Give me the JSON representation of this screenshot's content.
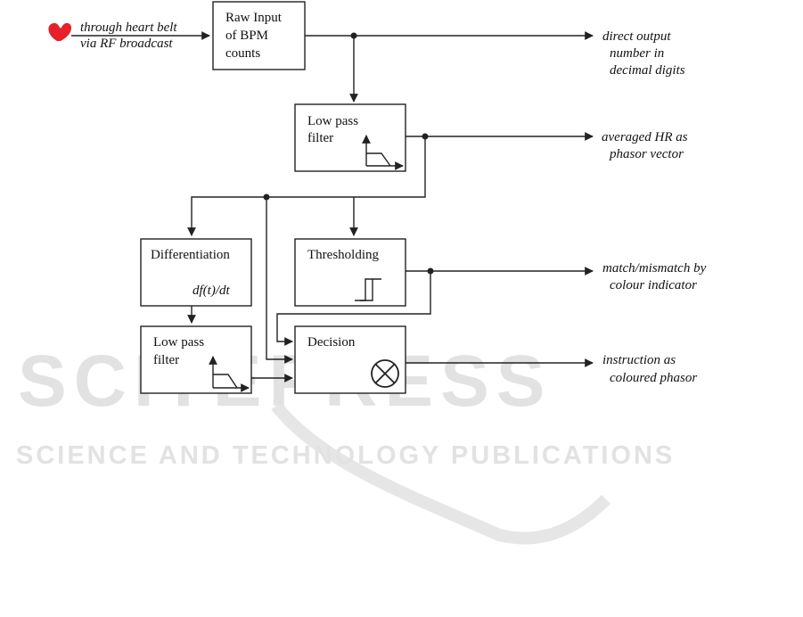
{
  "input": {
    "line1": "through heart belt",
    "line2": "via RF broadcast"
  },
  "blocks": {
    "raw_input": {
      "line1": "Raw Input",
      "line2": "of BPM",
      "line3": "counts"
    },
    "low_pass_1": {
      "line1": "Low pass",
      "line2": "filter"
    },
    "differentiation": {
      "title": "Differentiation",
      "formula": "df(t)/dt"
    },
    "low_pass_2": {
      "line1": "Low pass",
      "line2": "filter"
    },
    "thresholding": {
      "title": "Thresholding"
    },
    "decision": {
      "title": "Decision"
    }
  },
  "outputs": {
    "direct": {
      "line1": "direct output",
      "line2": "number in",
      "line3": "decimal digits"
    },
    "averaged": {
      "line1": "averaged HR as",
      "line2": "phasor vector"
    },
    "match": {
      "line1": "match/mismatch by",
      "line2": "colour indicator"
    },
    "instruction": {
      "line1": "instruction as",
      "line2": "coloured phasor"
    }
  },
  "watermark": {
    "line1": "SCITEPRESS",
    "line2": "SCIENCE AND TECHNOLOGY PUBLICATIONS"
  },
  "colors": {
    "heart": "#e8202a",
    "line": "#222222",
    "watermark": "#e2e2e2"
  },
  "icons": {
    "input": "heart-icon",
    "filter": "low-pass-response-icon",
    "threshold": "hysteresis-icon",
    "decision": "multiplier-icon"
  }
}
